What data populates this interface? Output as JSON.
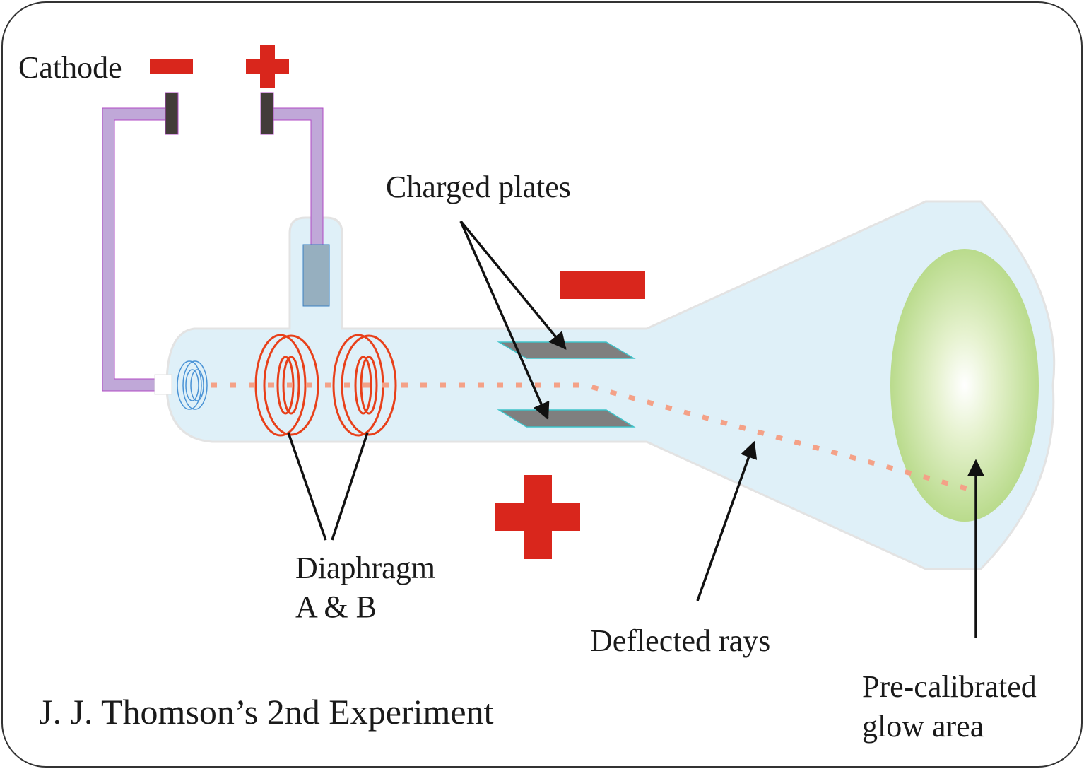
{
  "title": "J. J. Thomson’s 2nd Experiment",
  "labels": {
    "cathode": "Cathode",
    "charged_plates": "Charged plates",
    "diaphragm_line1": "Diaphragm",
    "diaphragm_line2": "A & B",
    "deflected_rays": "Deflected rays",
    "glow_line1": "Pre-calibrated",
    "glow_line2": "glow area"
  },
  "colors": {
    "polarity_red": "#d9261c",
    "tube_fill": "#dff0f8",
    "wire": "#c0a8d8",
    "coil": "#e8401a",
    "beam": "#f4a187",
    "plate": "#7f7f7f",
    "glow": "#b9dc8a"
  }
}
